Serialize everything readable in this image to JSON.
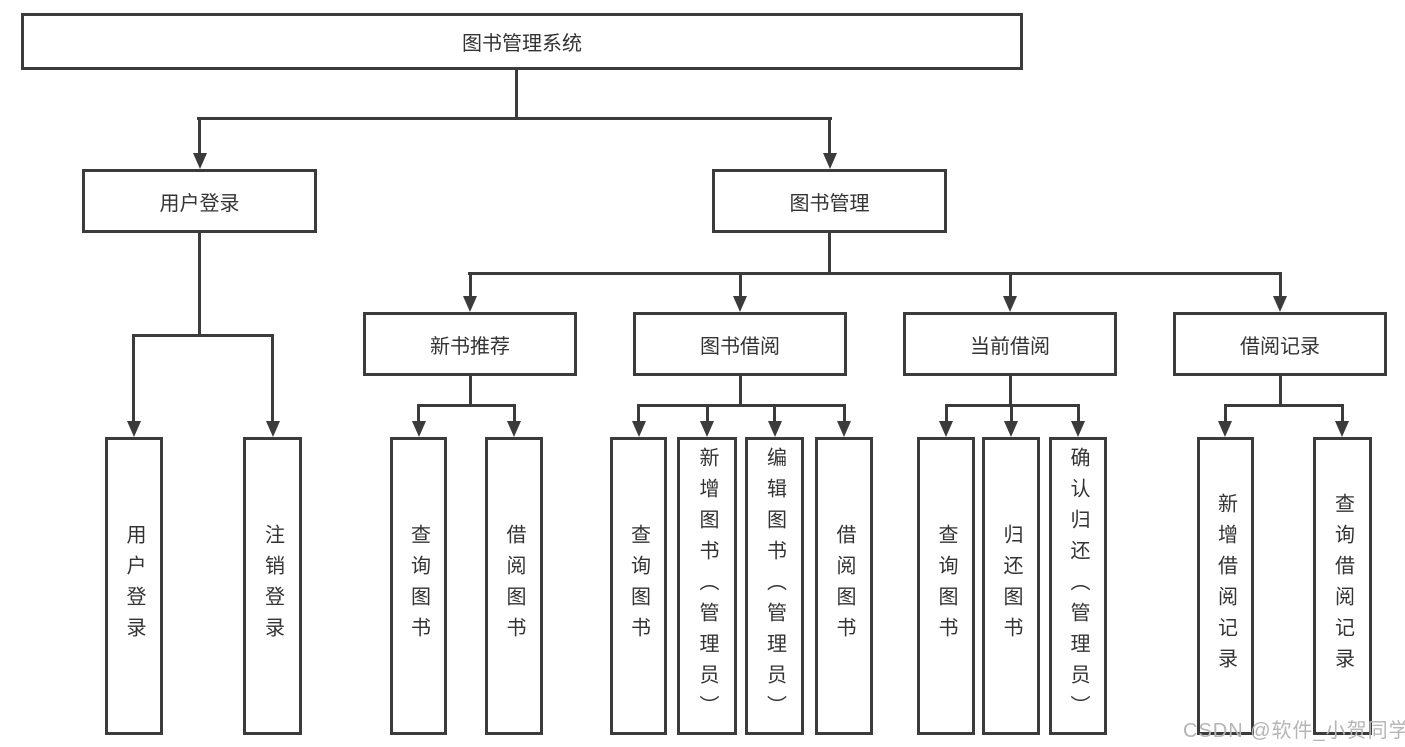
{
  "title": {
    "label": "图书管理系统"
  },
  "branches": {
    "user_login": {
      "label": "用户登录",
      "children": [
        {
          "label": "用户登录"
        },
        {
          "label": "注销登录"
        }
      ]
    },
    "book_mgmt": {
      "label": "图书管理",
      "children": [
        {
          "label": "新书推荐",
          "children": [
            {
              "label": "查询图书"
            },
            {
              "label": "借阅图书"
            }
          ]
        },
        {
          "label": "图书借阅",
          "children": [
            {
              "label": "查询图书"
            },
            {
              "label": "新增图书（管理员）"
            },
            {
              "label": "编辑图书（管理员）"
            },
            {
              "label": "借阅图书"
            }
          ]
        },
        {
          "label": "当前借阅",
          "children": [
            {
              "label": "查询图书"
            },
            {
              "label": "归还图书"
            },
            {
              "label": "确认归还（管理员）"
            }
          ]
        },
        {
          "label": "借阅记录",
          "children": [
            {
              "label": "新增借阅记录"
            },
            {
              "label": "查询借阅记录"
            }
          ]
        }
      ]
    }
  },
  "watermark": {
    "text": "CSDN @软件_小贺同学"
  },
  "colors": {
    "line": "#3b3b3b",
    "text": "#333333",
    "watermark": "#b5b5b5",
    "background": "#ffffff"
  }
}
